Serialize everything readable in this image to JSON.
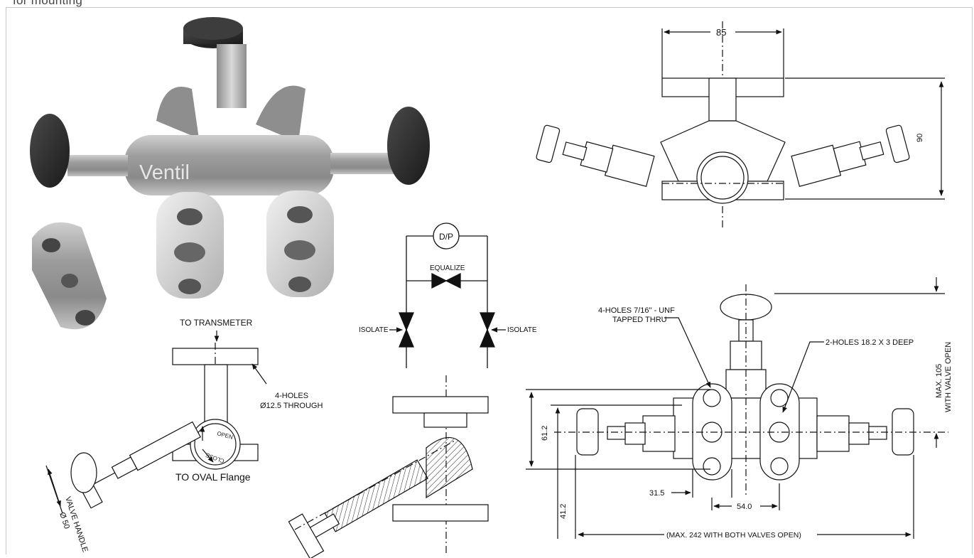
{
  "page": {
    "caption": "for mounting"
  },
  "photo": {
    "brand_text": "Ventil"
  },
  "side_view": {
    "top_label": "TO TRANSMETER",
    "bottom_label": "TO OVAL Flange",
    "holes_label_1": "4-HOLES",
    "holes_label_2": "Ø12.5 THROUGH",
    "handle_label_1": "VALVE HANDLE",
    "handle_label_2": "Ø 50",
    "open_text": "OPEN",
    "close_text": "CLOSE"
  },
  "schematic": {
    "dp_text": "D/P",
    "equalize_label": "EQUALIZE",
    "isolate_left": "ISOLATE",
    "isolate_right": "ISOLATE"
  },
  "top_view": {
    "width_dim": "85",
    "height_dim": "90"
  },
  "front_view": {
    "holes_unf_1": "4-HOLES 7/16\" - UNF",
    "holes_unf_2": "TAPPED THRU",
    "holes_deep": "2-HOLES   18.2 X 3 DEEP",
    "max_open_1": "MAX. 105",
    "max_open_2": "WITH VALVE OPEN",
    "dim_61": "61.2",
    "dim_41": "41.2",
    "dim_31": "31.5",
    "dim_54": "54.0",
    "max_242": "(MAX. 242 WITH BOTH VALVES OPEN)"
  }
}
